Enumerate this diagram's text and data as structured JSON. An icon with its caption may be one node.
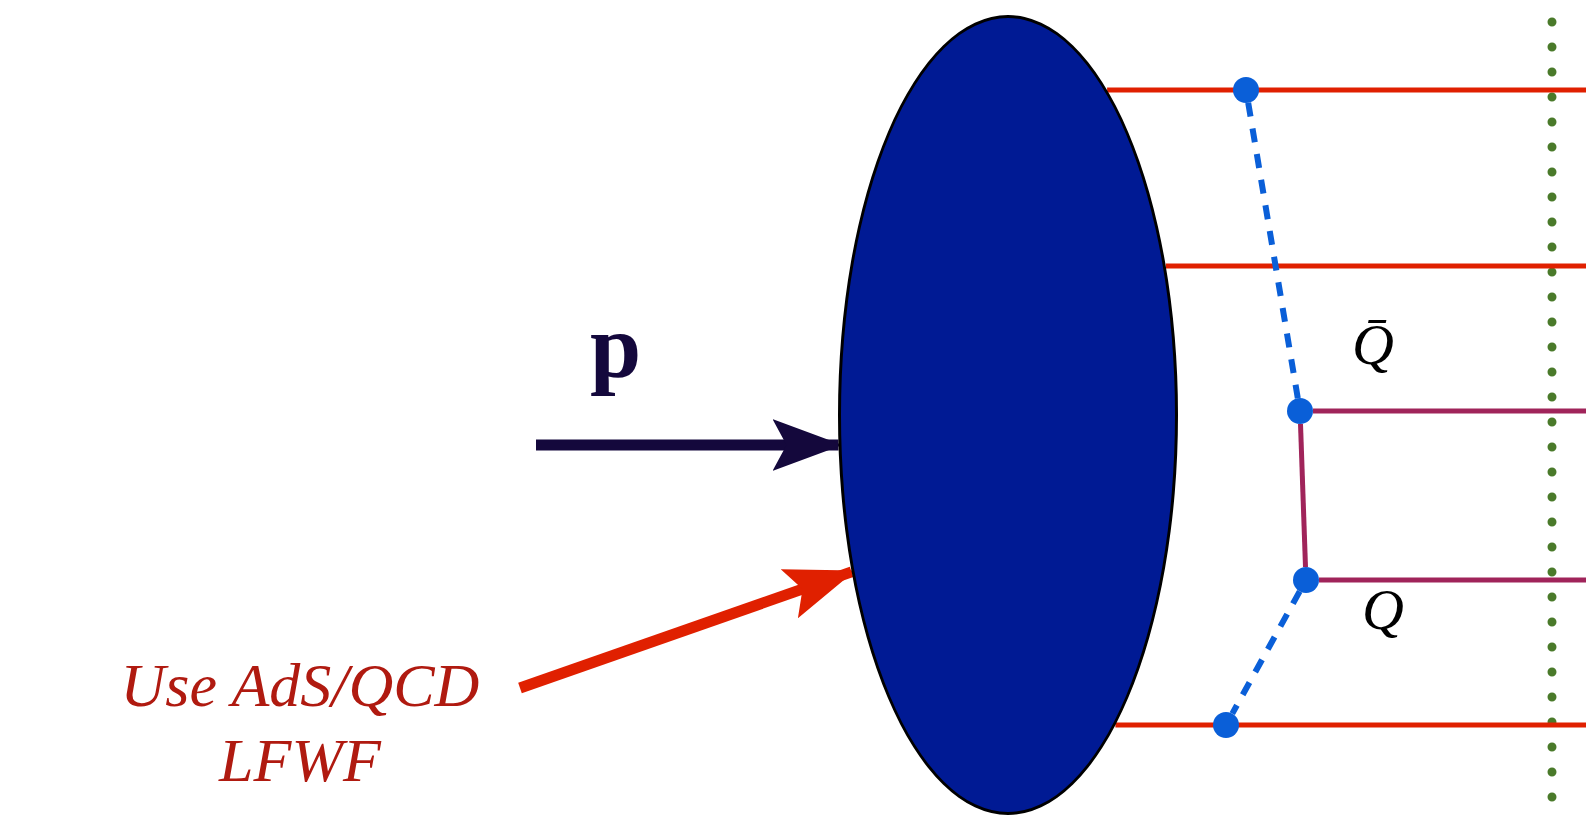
{
  "diagram": {
    "nodes": [
      {
        "text": [],
        "shape": "ellipse"
      },
      {
        "text": [
          "Use AdS/QCD LFWF"
        ]
      },
      {
        "text": [],
        "shape": "circle"
      },
      {
        "text": [],
        "shape": "circle"
      },
      {
        "text": [],
        "shape": "circle"
      },
      {
        "text": [],
        "shape": "circle"
      }
    ],
    "edges": [
      {
        "from": null,
        "to": 0,
        "arrow": "to",
        "label": "p",
        "style": "thick",
        "color": "#14083c"
      },
      {
        "from": 1,
        "to": 0,
        "arrow": "to",
        "style": "thick"
      },
      {
        "from": 0,
        "to": null,
        "arrow": "none"
      },
      {
        "from": 0,
        "to": null,
        "arrow": "none"
      },
      {
        "from": 0,
        "to": null,
        "arrow": "none"
      },
      {
        "from": 3,
        "to": null,
        "arrow": "none",
        "color": "#a0245a"
      },
      {
        "from": 4,
        "to": null,
        "arrow": "none",
        "color": "#a0245a"
      },
      {
        "from": 3,
        "to": 4,
        "arrow": "none",
        "color": "#a0245a"
      },
      {
        "from": 2,
        "to": 3,
        "arrow": "none",
        "style": "dashed",
        "color": "#0a5fd8"
      },
      {
        "from": 4,
        "to": 5,
        "arrow": "none",
        "style": "dashed",
        "color": "#0a5fd8"
      }
    ],
    "labels": [
      "Q̄",
      "Q"
    ]
  }
}
